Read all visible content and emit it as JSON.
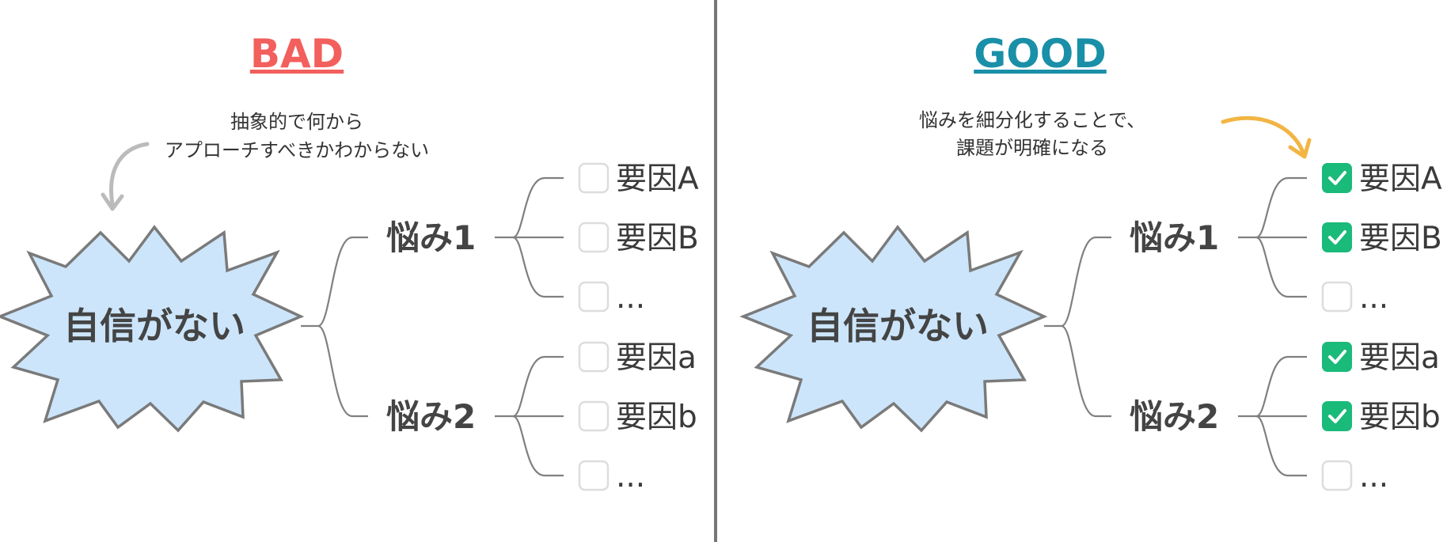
{
  "colors": {
    "bad_heading": "#f25f5c",
    "good_heading": "#1a8fa8",
    "bubble_fill": "#cce5fb",
    "bubble_stroke": "#7a7a7a",
    "divider": "#777777",
    "checkbox_checked": "#1aba7a",
    "checkbox_empty_stroke": "#dddddd",
    "bad_arrow": "#bbbbbb",
    "good_arrow": "#f2b544"
  },
  "panels": [
    {
      "key": "bad",
      "heading": "BAD",
      "note_lines": [
        "抽象的で何から",
        "アプローチすべきかわからない"
      ],
      "central": "自信がない",
      "worries": [
        {
          "label": "悩み1",
          "factors": [
            {
              "label": "要因A",
              "checked": false
            },
            {
              "label": "要因B",
              "checked": false
            },
            {
              "label": "...",
              "checked": false
            }
          ]
        },
        {
          "label": "悩み2",
          "factors": [
            {
              "label": "要因a",
              "checked": false
            },
            {
              "label": "要因b",
              "checked": false
            },
            {
              "label": "...",
              "checked": false
            }
          ]
        }
      ]
    },
    {
      "key": "good",
      "heading": "GOOD",
      "note_lines": [
        "悩みを細分化することで、",
        "課題が明確になる"
      ],
      "central": "自信がない",
      "worries": [
        {
          "label": "悩み1",
          "factors": [
            {
              "label": "要因A",
              "checked": true
            },
            {
              "label": "要因B",
              "checked": true
            },
            {
              "label": "...",
              "checked": false
            }
          ]
        },
        {
          "label": "悩み2",
          "factors": [
            {
              "label": "要因a",
              "checked": true
            },
            {
              "label": "要因b",
              "checked": true
            },
            {
              "label": "...",
              "checked": false
            }
          ]
        }
      ]
    }
  ]
}
